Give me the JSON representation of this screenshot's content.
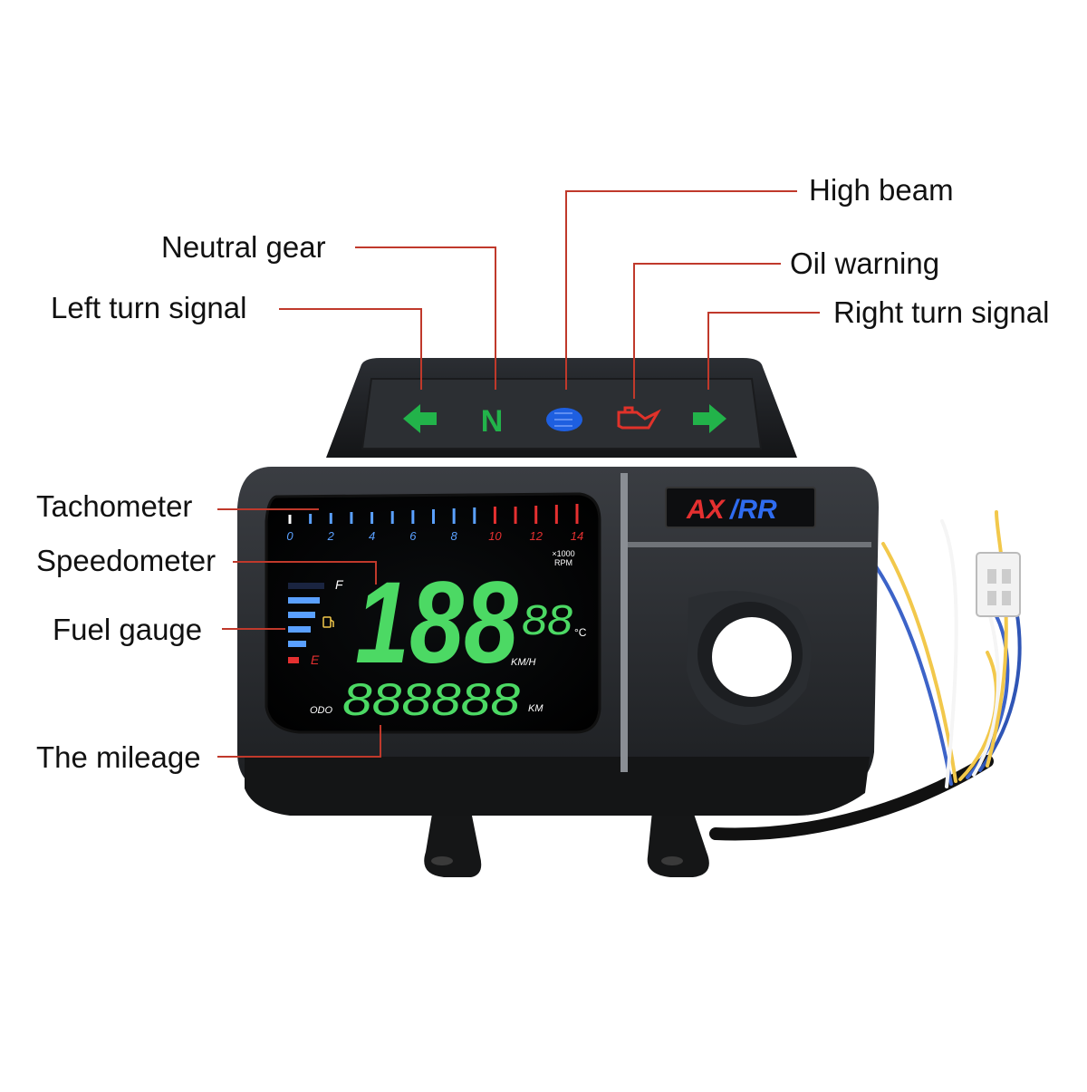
{
  "callouts": {
    "high_beam": "High beam",
    "neutral_gear": "Neutral gear",
    "oil_warning": "Oil warning",
    "left_turn_signal": "Left turn signal",
    "right_turn_signal": "Right turn signal",
    "tachometer": "Tachometer",
    "speedometer": "Speedometer",
    "fuel_gauge": "Fuel gauge",
    "the_mileage": "The mileage"
  },
  "indicators": {
    "neutral": "N",
    "left_icon": "left-arrow-icon",
    "high_beam_icon": "headlight-icon",
    "oil_icon": "oil-can-icon",
    "right_icon": "right-arrow-icon"
  },
  "tachometer": {
    "tick_labels": [
      "0",
      "2",
      "4",
      "6",
      "8",
      "10",
      "12",
      "14"
    ],
    "unit_top": "×1000",
    "unit_bottom": "RPM"
  },
  "fuel": {
    "full_label": "F",
    "empty_label": "E",
    "level": 0.8
  },
  "speed": {
    "value": "188",
    "unit": "KM/H"
  },
  "temperature": {
    "value": "88",
    "unit": "°C"
  },
  "odometer": {
    "label": "ODO",
    "value": "888888",
    "unit": "KM"
  },
  "brand": {
    "part1": "AX",
    "part2": "/RR"
  },
  "colors": {
    "leader": "#c0392b",
    "lcd_green": "#4cd964",
    "indicator_green": "#22b34a",
    "indicator_blue": "#1e5fe0",
    "indicator_red": "#e0322a",
    "tach_blue": "#5aa0ff",
    "tach_red": "#e53030"
  }
}
